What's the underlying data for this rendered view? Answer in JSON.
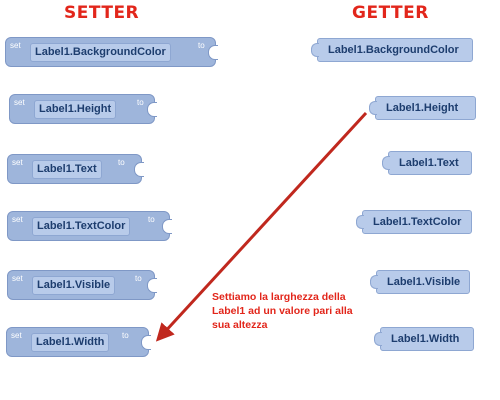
{
  "headings": {
    "setter": "SETTER",
    "getter": "GETTER"
  },
  "setters": [
    {
      "set": "set",
      "label": "Label1.BackgroundColor",
      "to": "to"
    },
    {
      "set": "set",
      "label": "Label1.Height",
      "to": "to"
    },
    {
      "set": "set",
      "label": "Label1.Text",
      "to": "to"
    },
    {
      "set": "set",
      "label": "Label1.TextColor",
      "to": "to"
    },
    {
      "set": "set",
      "label": "Label1.Visible",
      "to": "to"
    },
    {
      "set": "set",
      "label": "Label1.Width",
      "to": "to"
    }
  ],
  "getters": [
    {
      "label": "Label1.BackgroundColor"
    },
    {
      "label": "Label1.Height"
    },
    {
      "label": "Label1.Text"
    },
    {
      "label": "Label1.TextColor"
    },
    {
      "label": "Label1.Visible"
    },
    {
      "label": "Label1.Width"
    }
  ],
  "annotation": "Settiamo la larghezza della Label1 ad un valore pari alla sua altezza",
  "colors": {
    "heading": "#e2261b",
    "arrow": "#c0281e",
    "block": "#9eb5db",
    "block_pill": "#b8cbea",
    "block_text": "#1d3d6e"
  }
}
